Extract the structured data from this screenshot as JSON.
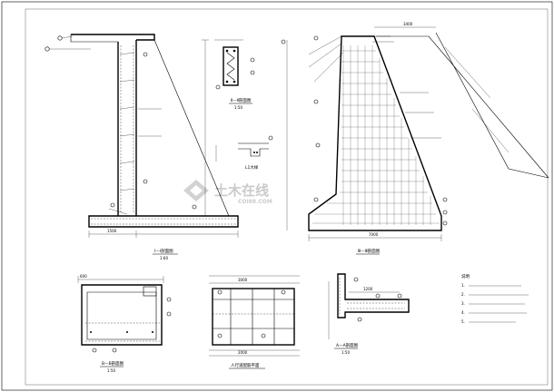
{
  "sheet": {
    "watermark_main": "土木在线",
    "watermark_sub": "COI88.COM"
  },
  "views": {
    "section_1_title": "Ⅰ—Ⅰ剖面图",
    "section_1_scale": "1:60",
    "section_2_title": "Ⅱ—Ⅱ剖面图",
    "section_2_scale": "1:50",
    "section_3_title": "Ⅲ—Ⅲ剖面图",
    "beam_label": "L1大样",
    "section_b_title": "B—B剖面图",
    "section_b_scale": "1:50",
    "plan_title": "人行道配筋平面",
    "section_a_title": "A—A剖面图",
    "section_a_scale": "1:50"
  },
  "dimensions": {
    "d_1500": "1500",
    "d_7000": "7000",
    "d_3400": "3400",
    "d_2000": "2000",
    "d_3000": "3000",
    "d_1200": "1200",
    "d_600": "600"
  },
  "notes": {
    "heading": "说明",
    "lines": [
      "1.",
      "2.",
      "3.",
      "4.",
      "5."
    ]
  }
}
